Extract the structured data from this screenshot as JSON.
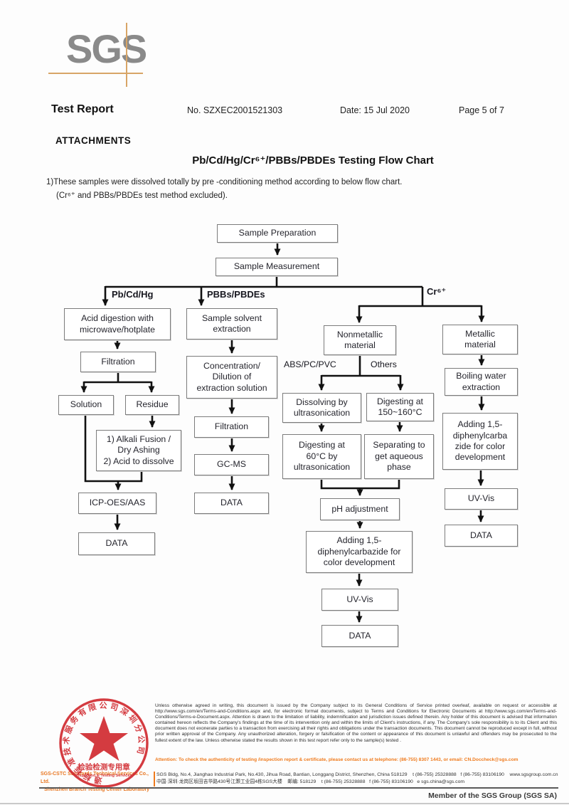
{
  "header": {
    "logo": "SGS",
    "title": "Test Report",
    "report_no": "No. SZXEC2001521303",
    "date": "Date: 15 Jul 2020",
    "page": "Page 5 of 7"
  },
  "attachments": {
    "heading": "ATTACHMENTS",
    "chart_title": "Pb/Cd/Hg/Cr⁶⁺/PBBs/PBDEs Testing Flow Chart",
    "note_line1": "1)These samples were dissolved totally by pre -conditioning method according to below flow chart.",
    "note_line2": "(Cr⁶⁺ and PBBs/PBDEs test method excluded)."
  },
  "flowchart": {
    "boxes": {
      "sample_preparation": "Sample Preparation",
      "sample_measurement": "Sample Measurement",
      "acid_digestion": "Acid digestion with\nmicrowave/hotplate",
      "solvent_extraction": "Sample solvent\nextraction",
      "nonmetallic": "Nonmetallic\nmaterial",
      "metallic": "Metallic\nmaterial",
      "filtration_left": "Filtration",
      "concentration": "Concentration/\nDilution of\nextraction solution",
      "boiling_water": "Boiling water\nextraction",
      "solution": "Solution",
      "residue": "Residue",
      "dissolving_ultrasonication": "Dissolving by\nultrasonication",
      "digesting_150": "Digesting at\n150~160°C",
      "filtration_mid": "Filtration",
      "alkali": "1) Alkali Fusion /\nDry Ashing\n2) Acid to dissolve",
      "adding_right": "Adding 1,5-\ndiphenylcarba\nzide for color\ndevelopment",
      "digesting_60": "Digesting at\n60°C by\nultrasonication",
      "separating": "Separating to\nget aqueous\nphase",
      "gcms": "GC-MS",
      "icp": "ICP-OES/AAS",
      "data_mid": "DATA",
      "ph_adjustment": "pH adjustment",
      "uvvis_right": "UV-Vis",
      "data_left": "DATA",
      "adding_center": "Adding 1,5-\ndiphenylcarbazide for\ncolor development",
      "data_right": "DATA",
      "uvvis_center": "UV-Vis",
      "data_center": "DATA"
    },
    "branch_labels": {
      "pb_cd_hg": "Pb/Cd/Hg",
      "pbbs_pbdes": "PBBs/PBDEs",
      "cr6": "Cr⁶⁺",
      "abs_pc_pvc": "ABS/PC/PVC",
      "others": "Others"
    }
  },
  "footer": {
    "stamp": {
      "ring_text": "通标标准技术服务有限公司深圳分公司",
      "center_line1": "检验检测专用章",
      "center_line2": "Inspection & Testing Services",
      "color": "#cf2127"
    },
    "company_line1": "SGS-CSTC Standards Technical Services Co., Ltd.",
    "company_line2": "Shenzhen Branch Testing Center Laboratory",
    "disclaimer": "Unless otherwise agreed in writing, this document is issued by the Company subject to its General Conditions of Service printed overleaf, available on request or accessible at http://www.sgs.com/en/Terms-and-Conditions.aspx and, for electronic format documents, subject to Terms and Conditions for Electronic Documents at http://www.sgs.com/en/Terms-and-Conditions/Terms-e-Document.aspx. Attention is drawn to the limitation of liability, indemnification and jurisdiction issues defined therein. Any holder of this document is advised that information contained hereon reflects the Company's findings at the time of its intervention only and within the limits of Client's instructions, if any. The Company's sole responsibility is to its Client and this document does not exonerate parties to a transaction from exercising all their rights and obligations under the transaction documents. This document cannot be reproduced except in full, without prior written approval of the Company. Any unauthorized alteration, forgery or falsification of the content or appearance of this document is unlawful and offenders may be prosecuted to the fullest extent of the law. Unless otherwise stated the results shown in this test report refer only to the sample(s) tested .",
    "attention": "Attention: To check the authenticity of testing /inspection report & certificate, please contact us at telephone: (86-755) 8307 1443, or email: CN.Doccheck@sgs.com",
    "address_en": "SGS Bldg, No.4, Jianghao Industrial Park, No.430, Jihua Road, Bantian, Longgang District, Shenzhen, China 518129    t (86-755) 25328888   f (86-755) 83106190    www.sgsgroup.com.cn",
    "address_cn": "中国·深圳·龙岗区坂田吉华路430号江灏工业园4栋SGS大楼    邮编: 518129    t (86-755) 25328888   f (86-755) 83106190   e sgs.china@sgs.com",
    "member": "Member of the SGS Group (SGS SA)"
  }
}
